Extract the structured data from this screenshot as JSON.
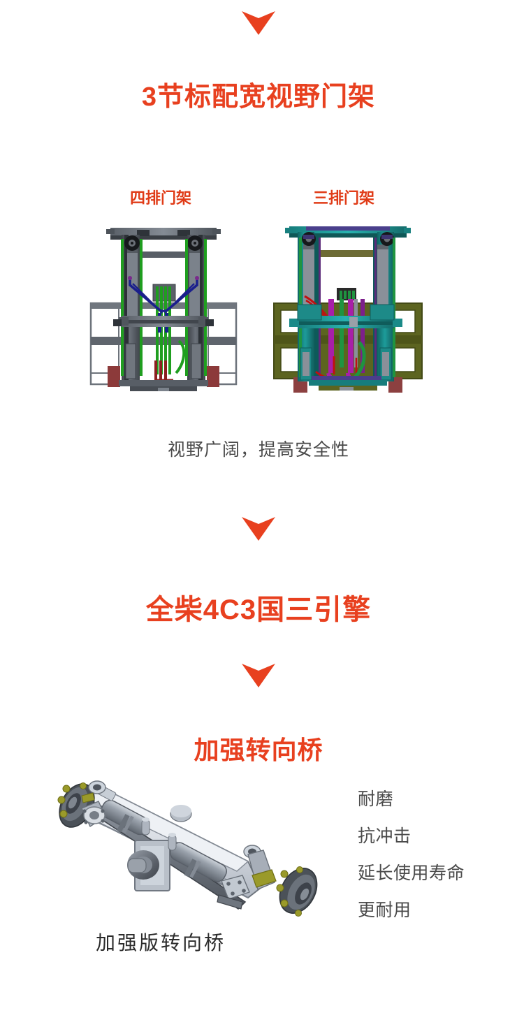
{
  "colors": {
    "accent_red": "#e8401f",
    "label_red": "#e03b17",
    "body_gray": "#4a4a4a",
    "caption_dark": "#2b2b2b",
    "background": "#ffffff",
    "mast_left_frame": "#4a4f55",
    "mast_left_chain": "#1f9e1f",
    "mast_left_hose": "#1a1f8c",
    "mast_left_accent": "#8c3a3a",
    "mast_right_frame": "#17807f",
    "mast_right_body": "#5c6420",
    "mast_right_hose": "#a81fa8",
    "mast_right_wire": "#c01010",
    "axle_metal": "#a9b0ba",
    "axle_accent": "#9a9a2a"
  },
  "arrows": {
    "icon": "chevron-down-arrow",
    "count": 3
  },
  "sections": {
    "mast": {
      "heading": "3节标配宽视野门架",
      "caption": "视野广阔，提高安全性",
      "variants": [
        {
          "label": "四排门架",
          "figure_name": "four-row-mast"
        },
        {
          "label": "三排门架",
          "figure_name": "three-row-mast"
        }
      ]
    },
    "engine": {
      "heading": "全柴4C3国三引擎"
    },
    "axle": {
      "heading": "加强转向桥",
      "figure_caption": "加强版转向桥",
      "figure_name": "reinforced-steering-axle",
      "features": [
        "耐磨",
        "抗冲击",
        "延长使用寿命",
        "更耐用"
      ]
    }
  }
}
